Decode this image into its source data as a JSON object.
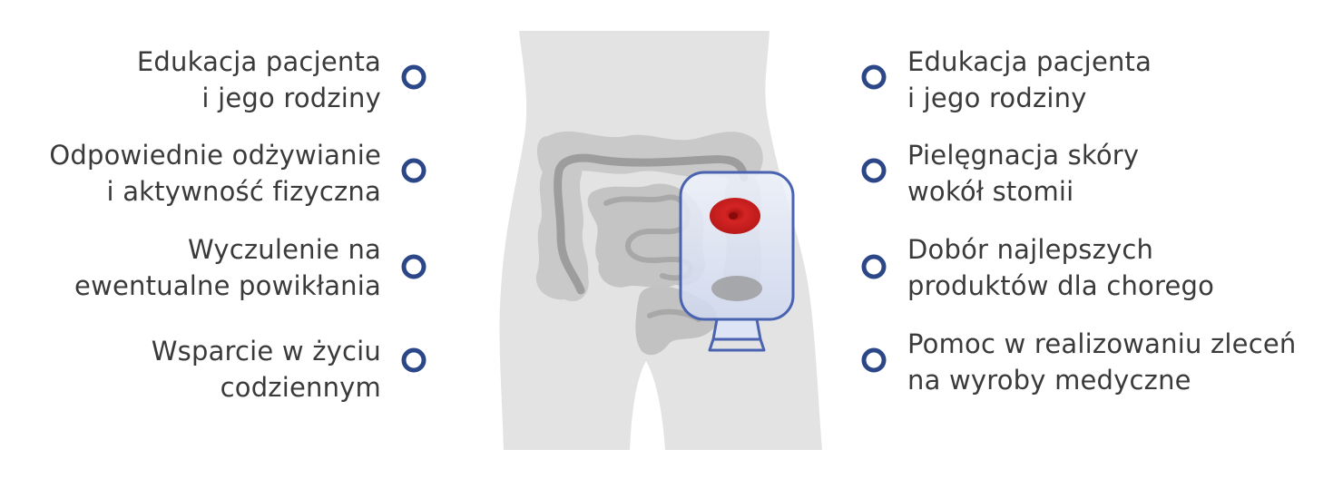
{
  "colors": {
    "body_silhouette": "#e3e3e3",
    "intestine": "#c6c6c6",
    "intestine_dark": "#9a9a9a",
    "pouch_stroke": "#4a63b0",
    "pouch_fill": "#dde4f5",
    "stoma": "#cc1f1f",
    "marker_ring": "#2c4788",
    "connector_line": "#4a5f9a",
    "text": "#3a3a3a"
  },
  "icons": {
    "marker": "ring-marker-icon",
    "stoma": "stoma-icon",
    "pouch": "ostomy-pouch-icon",
    "body": "torso-silhouette-icon",
    "intestine": "intestine-icon"
  },
  "left_items": [
    {
      "line1": "Edukacja pacjenta",
      "line2": "i jego rodziny"
    },
    {
      "line1": "Odpowiednie odżywianie",
      "line2": "i aktywność fizyczna"
    },
    {
      "line1": "Wyczulenie na",
      "line2": "ewentualne powikłania"
    },
    {
      "line1": "Wsparcie w życiu",
      "line2": "codziennym"
    }
  ],
  "right_items": [
    {
      "line1": "Edukacja pacjenta",
      "line2": "i jego rodziny"
    },
    {
      "line1": "Pielęgnacja skóry",
      "line2": "wokół stomii"
    },
    {
      "line1": "Dobór najlepszych",
      "line2": "produktów dla chorego"
    },
    {
      "line1": "Pomoc w realizowaniu zleceń",
      "line2": "na wyroby medyczne"
    }
  ]
}
